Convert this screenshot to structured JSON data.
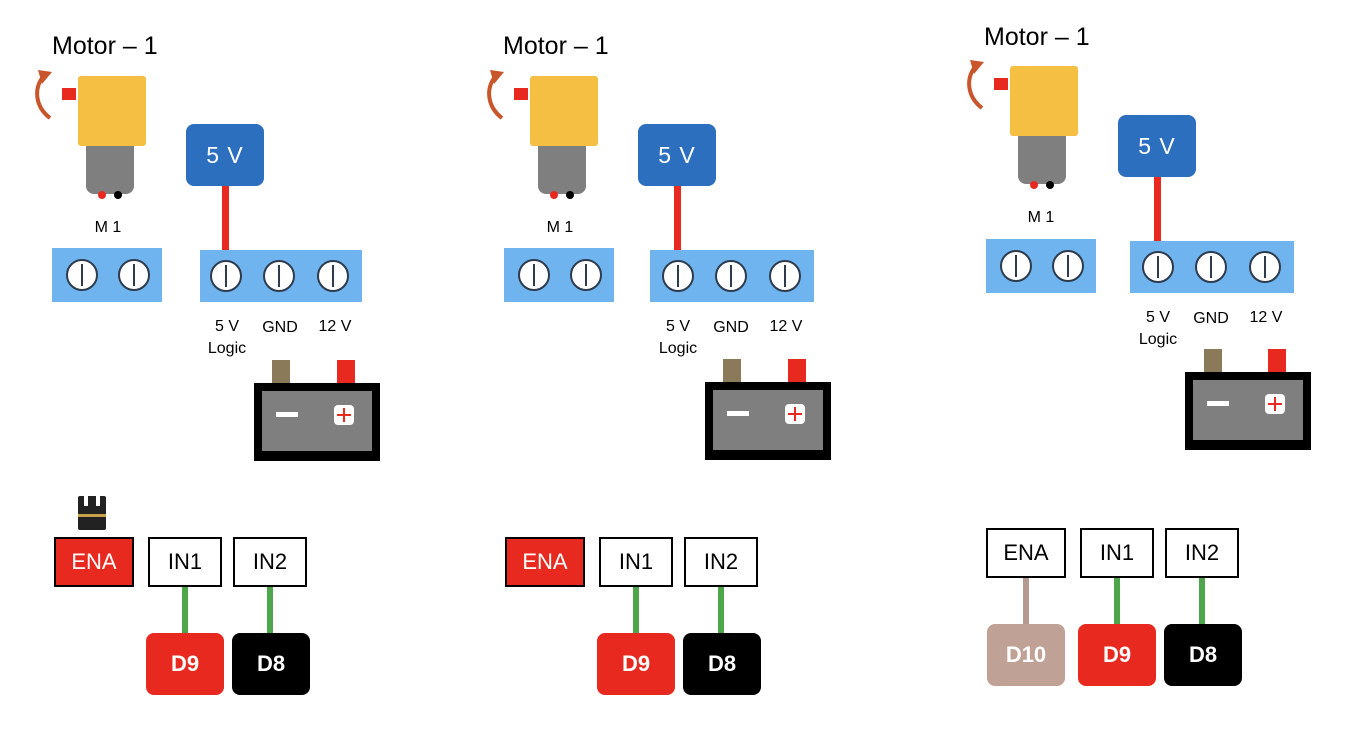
{
  "panels": [
    {
      "title": "Motor – 1",
      "motor_label": "M 1",
      "supply_label": "5 V",
      "terminal_labels": {
        "logic_5v_line1": "5 V",
        "logic_5v_line2": "Logic",
        "gnd": "GND",
        "v12": "12 V"
      },
      "ena": {
        "label": "ENA",
        "state": "jumper-on",
        "connected_pin": null
      },
      "in1": {
        "label": "IN1",
        "connected_pin": "D9"
      },
      "in2": {
        "label": "IN2",
        "connected_pin": "D8"
      },
      "pins": [
        {
          "label": "D9",
          "color": "#e8291f"
        },
        {
          "label": "D8",
          "color": "#000000"
        }
      ]
    },
    {
      "title": "Motor – 1",
      "motor_label": "M 1",
      "supply_label": "5 V",
      "terminal_labels": {
        "logic_5v_line1": "5 V",
        "logic_5v_line2": "Logic",
        "gnd": "GND",
        "v12": "12 V"
      },
      "ena": {
        "label": "ENA",
        "state": "high",
        "connected_pin": null
      },
      "in1": {
        "label": "IN1",
        "connected_pin": "D9"
      },
      "in2": {
        "label": "IN2",
        "connected_pin": "D8"
      },
      "pins": [
        {
          "label": "D9",
          "color": "#e8291f"
        },
        {
          "label": "D8",
          "color": "#000000"
        }
      ]
    },
    {
      "title": "Motor – 1",
      "motor_label": "M 1",
      "supply_label": "5 V",
      "terminal_labels": {
        "logic_5v_line1": "5 V",
        "logic_5v_line2": "Logic",
        "gnd": "GND",
        "v12": "12 V"
      },
      "ena": {
        "label": "ENA",
        "state": "pwm",
        "connected_pin": "D10"
      },
      "in1": {
        "label": "IN1",
        "connected_pin": "D9"
      },
      "in2": {
        "label": "IN2",
        "connected_pin": "D8"
      },
      "pins": [
        {
          "label": "D10",
          "color": "#bfa195"
        },
        {
          "label": "D9",
          "color": "#e8291f"
        },
        {
          "label": "D8",
          "color": "#000000"
        }
      ]
    }
  ],
  "colors": {
    "motor_body": "#f4bf42",
    "motor_gearbox": "#7f7f7f",
    "rotation_arrow": "#c9552a",
    "terminal_block": "#6fb4ee",
    "supply_5v": "#2d6fbf",
    "wire_red": "#e8291f",
    "wire_green": "#4ea64a",
    "wire_tan": "#b59a90",
    "battery": "#7f7f7f"
  },
  "icons": [
    "rotation-arrow-icon",
    "jumper-cap-icon",
    "screw-terminal-icon",
    "battery-minus-icon",
    "battery-plus-icon"
  ]
}
